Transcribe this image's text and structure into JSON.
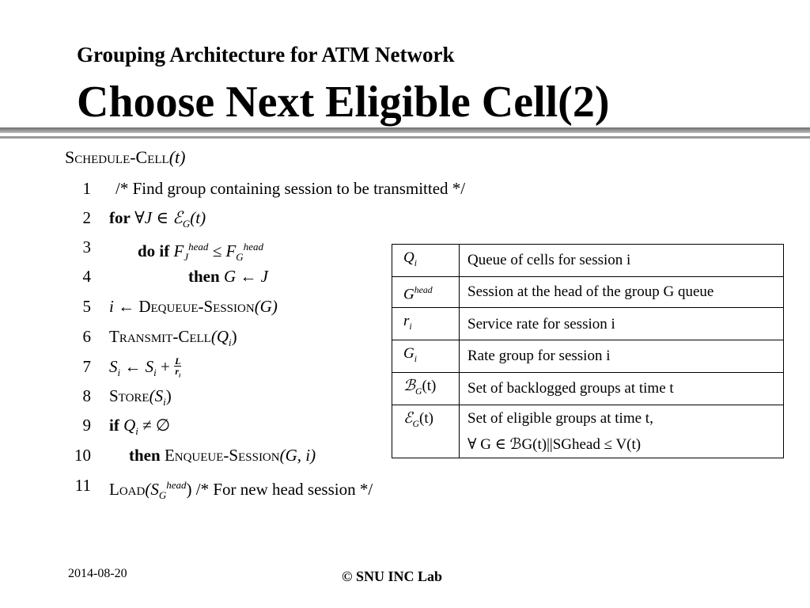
{
  "slide": {
    "subtitle": "Grouping Architecture for ATM Network",
    "title": "Choose Next Eligible Cell(2)"
  },
  "algorithm": {
    "name": "Schedule-Cell",
    "arg": "(t)",
    "lines": [
      {
        "num": "1",
        "text": "/* Find group containing session to be transmitted */"
      },
      {
        "num": "2",
        "kw": "for",
        "text": " ∀J ∈ ℰ",
        "sub": "G",
        "tail": "(t)"
      },
      {
        "num": "3",
        "kw": "do if",
        "text": " F",
        "sub": "J",
        "sup": "head",
        "tail": " ≤ F",
        "sub2": "G",
        "sup2": "head"
      },
      {
        "num": "4",
        "kw": "then",
        "text": " G ← J"
      },
      {
        "num": "5",
        "text": "i ← ",
        "sc": "Dequeue-Session",
        "tail": "(G)"
      },
      {
        "num": "6",
        "sc": "Transmit-Cell",
        "text": "(Q",
        "sub": "i",
        "tail": ")"
      },
      {
        "num": "7",
        "text": "S",
        "sub": "i",
        "tail": " ← S",
        "sub2": "i",
        "tail2": " + ",
        "frac_top": "L",
        "frac_bot": "r",
        "frac_bot_sub": "i"
      },
      {
        "num": "8",
        "sc": "Store",
        "text": "(S",
        "sub": "i",
        "tail": ")"
      },
      {
        "num": "9",
        "kw": "if",
        "text": " Q",
        "sub": "i",
        "tail": " ≠ ∅"
      },
      {
        "num": "10",
        "kw": "then",
        "sc": "Enqueue-Session",
        "text": "(G, i)"
      },
      {
        "num": "11",
        "sc": "Load",
        "text": "(S",
        "sub": "G",
        "sup": "head",
        "tail": ") /* For new head session */"
      }
    ]
  },
  "definitions": [
    {
      "symbol": "Q",
      "symbol_sub": "i",
      "symbol_sup": "",
      "desc": "Queue of cells for session i"
    },
    {
      "symbol": "G",
      "symbol_sub": "",
      "symbol_sup": "head",
      "desc": "Session at the head of the group G queue"
    },
    {
      "symbol": "r",
      "symbol_sub": "i",
      "symbol_sup": "",
      "desc": "Service rate for session i"
    },
    {
      "symbol": "G",
      "symbol_sub": "i",
      "symbol_sup": "",
      "desc": "Rate group for session i"
    },
    {
      "symbol": "ℬ",
      "symbol_sub": "G",
      "symbol_sup": "",
      "symbol_tail": "(t)",
      "desc": "Set of backlogged groups at time t"
    },
    {
      "symbol": "ℰ",
      "symbol_sub": "G",
      "symbol_sup": "",
      "symbol_tail": "(t)",
      "desc": "Set of eligible groups at time t,",
      "desc2": "∀ G ∈ ℬG(t)||SGhead ≤ V(t)"
    }
  ],
  "footer": {
    "date": "2014-08-20",
    "lab": "© SNU INC Lab"
  }
}
